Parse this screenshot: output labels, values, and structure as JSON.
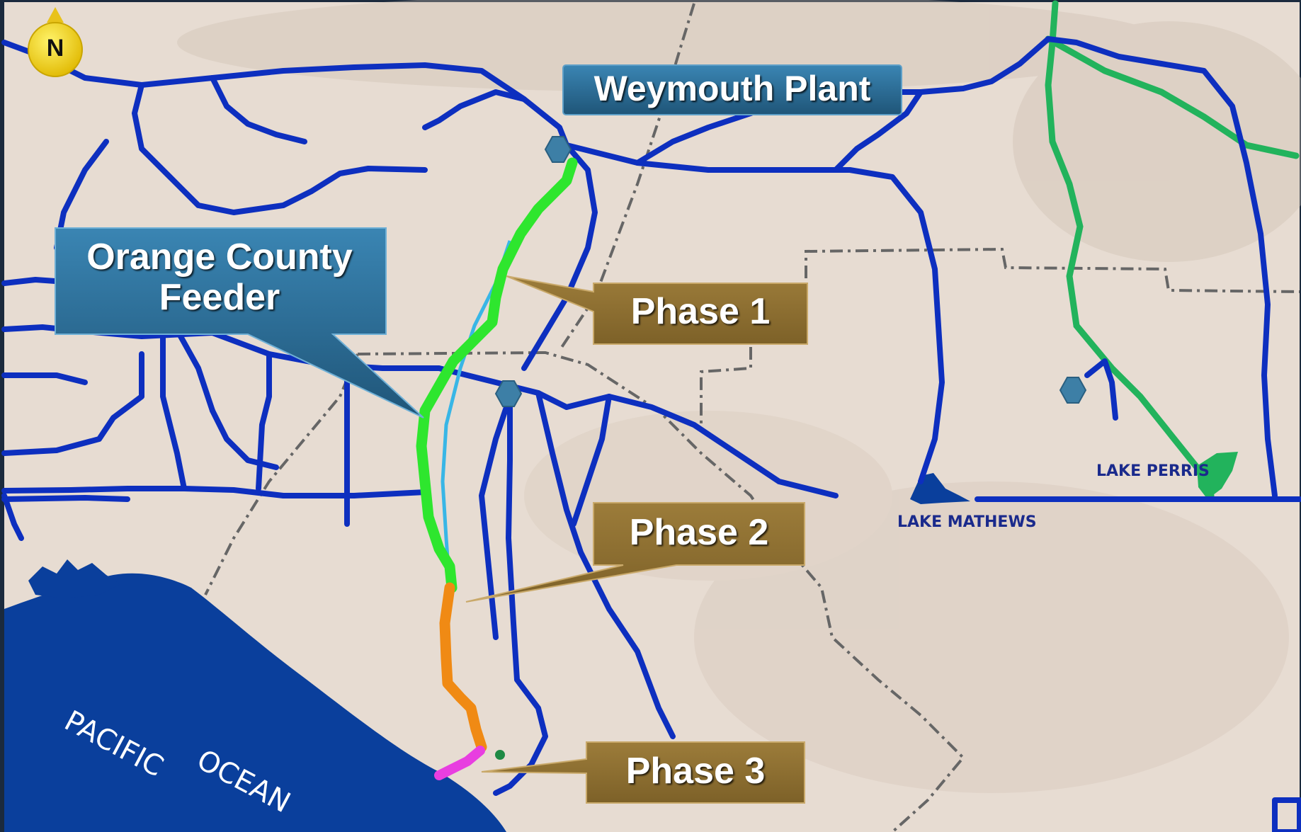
{
  "map": {
    "north_indicator": "N",
    "callouts": {
      "plant": "Weymouth Plant",
      "feeder": "Orange County Feeder",
      "phase1": "Phase 1",
      "phase2": "Phase 2",
      "phase3": "Phase 3"
    },
    "water_labels": {
      "ocean_word_1": "PACIFIC",
      "ocean_word_2": "OCEAN",
      "lake_mathews": "LAKE MATHEWS",
      "lake_perris": "LAKE PERRIS"
    },
    "legend_colors": {
      "phase1": "#2ee62e",
      "phase2": "#f08a14",
      "phase3": "#e83ee0",
      "pipeline_network": "#0d2fbf",
      "aqueduct": "#22b35c",
      "ocean": "#0a3f9c",
      "callout_blue": "#2a6a93",
      "callout_brown": "#8b6c2f"
    }
  }
}
